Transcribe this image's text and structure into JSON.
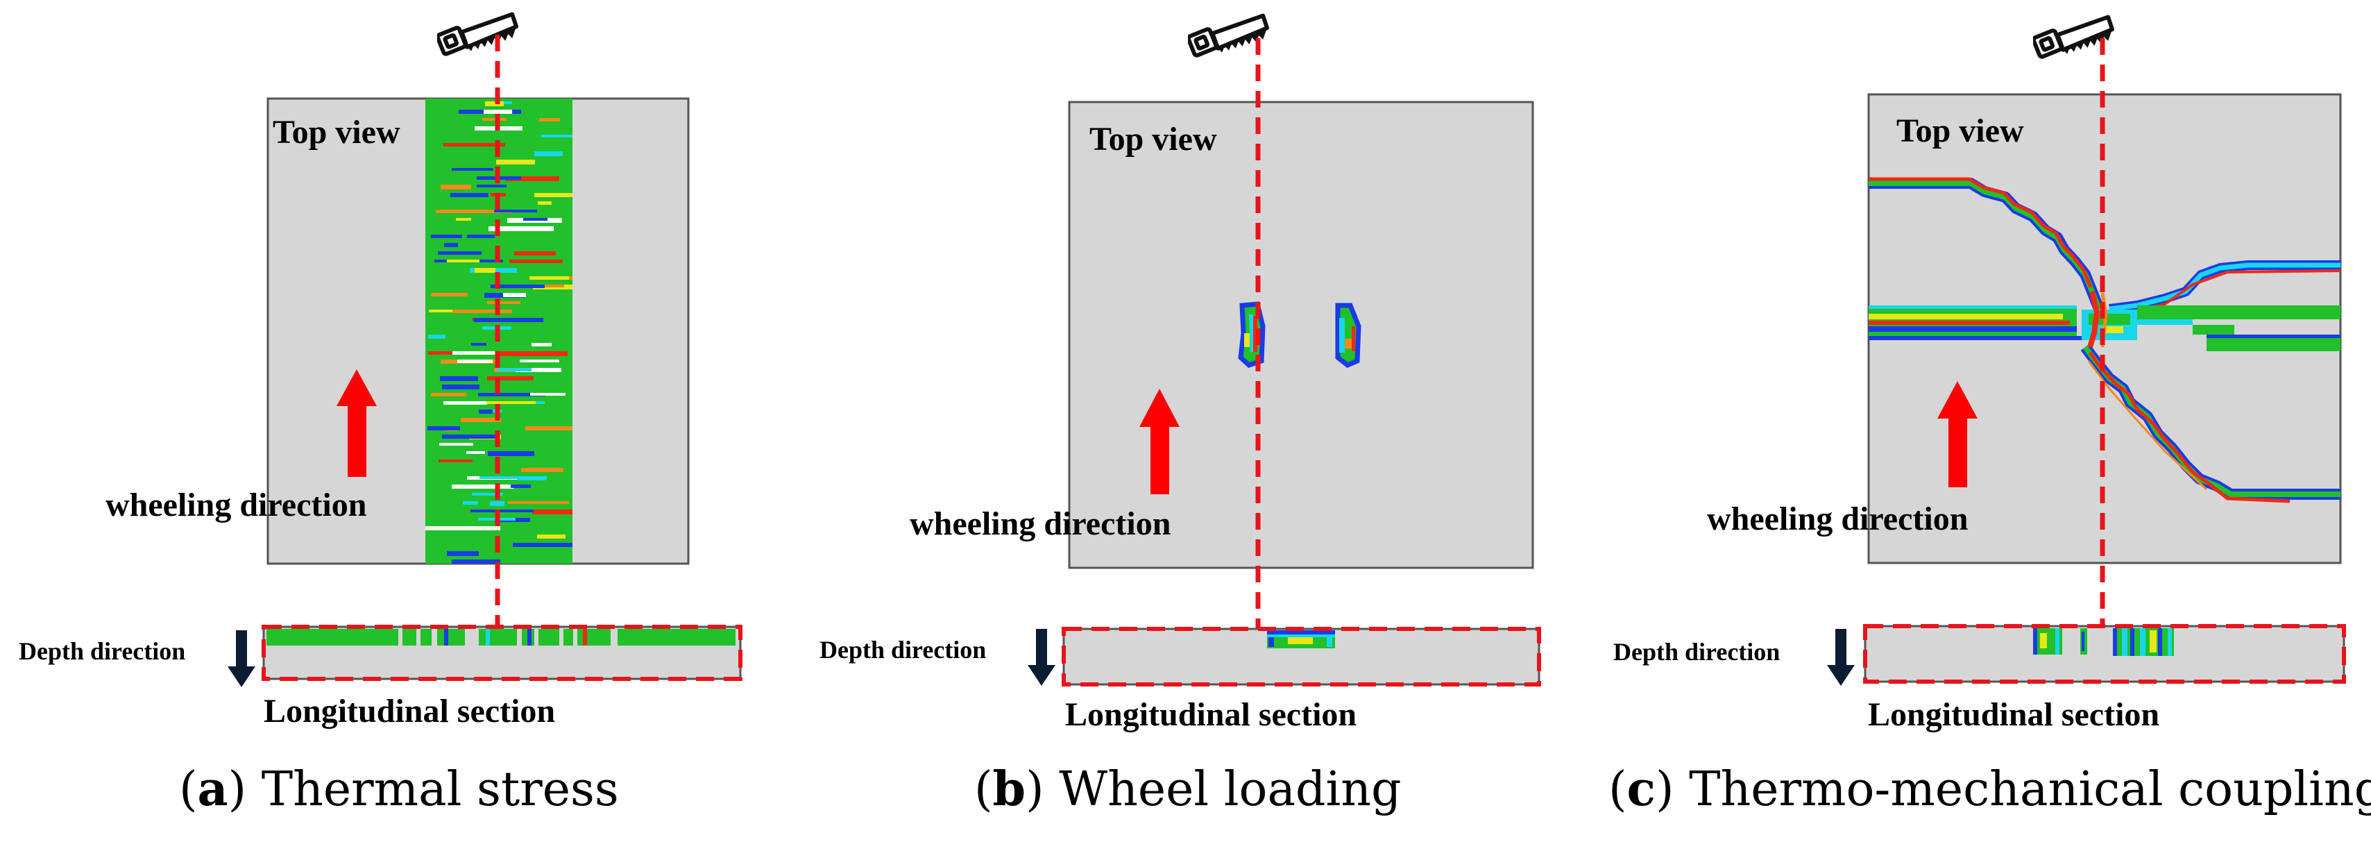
{
  "colors": {
    "plate_fill": "#d6d6d6",
    "plate_border": "#555555",
    "cut_line": "#e8141b",
    "arrow_red": "#ff0000",
    "depth_arrow": "#0b1c33",
    "contour_green": "#22c02a",
    "contour_blue": "#1a3be6",
    "contour_cyan": "#19d6e8",
    "contour_red": "#ee2a14",
    "contour_yellow": "#e8e61a",
    "contour_orange": "#f28a1a"
  },
  "icons": [
    "saw-icon",
    "depth-arrow-icon",
    "wheeling-arrow-icon"
  ],
  "panels": [
    {
      "key": "a",
      "top_view_label": "Top view",
      "wheeling_label": "wheeling direction",
      "depth_label": "Depth direction",
      "section_label": "Longitudinal section",
      "caption_letter": "a",
      "caption_text": " Thermal stress"
    },
    {
      "key": "b",
      "top_view_label": "Top view",
      "wheeling_label": "wheeling direction",
      "depth_label": "Depth direction",
      "section_label": "Longitudinal section",
      "caption_letter": "b",
      "caption_text": " Wheel loading"
    },
    {
      "key": "c",
      "top_view_label": "Top view",
      "wheeling_label": "wheeling direction",
      "depth_label": "Depth direction",
      "section_label": "Longitudinal section",
      "caption_letter": "c",
      "caption_text": " Thermo-mechanical coupling"
    }
  ]
}
